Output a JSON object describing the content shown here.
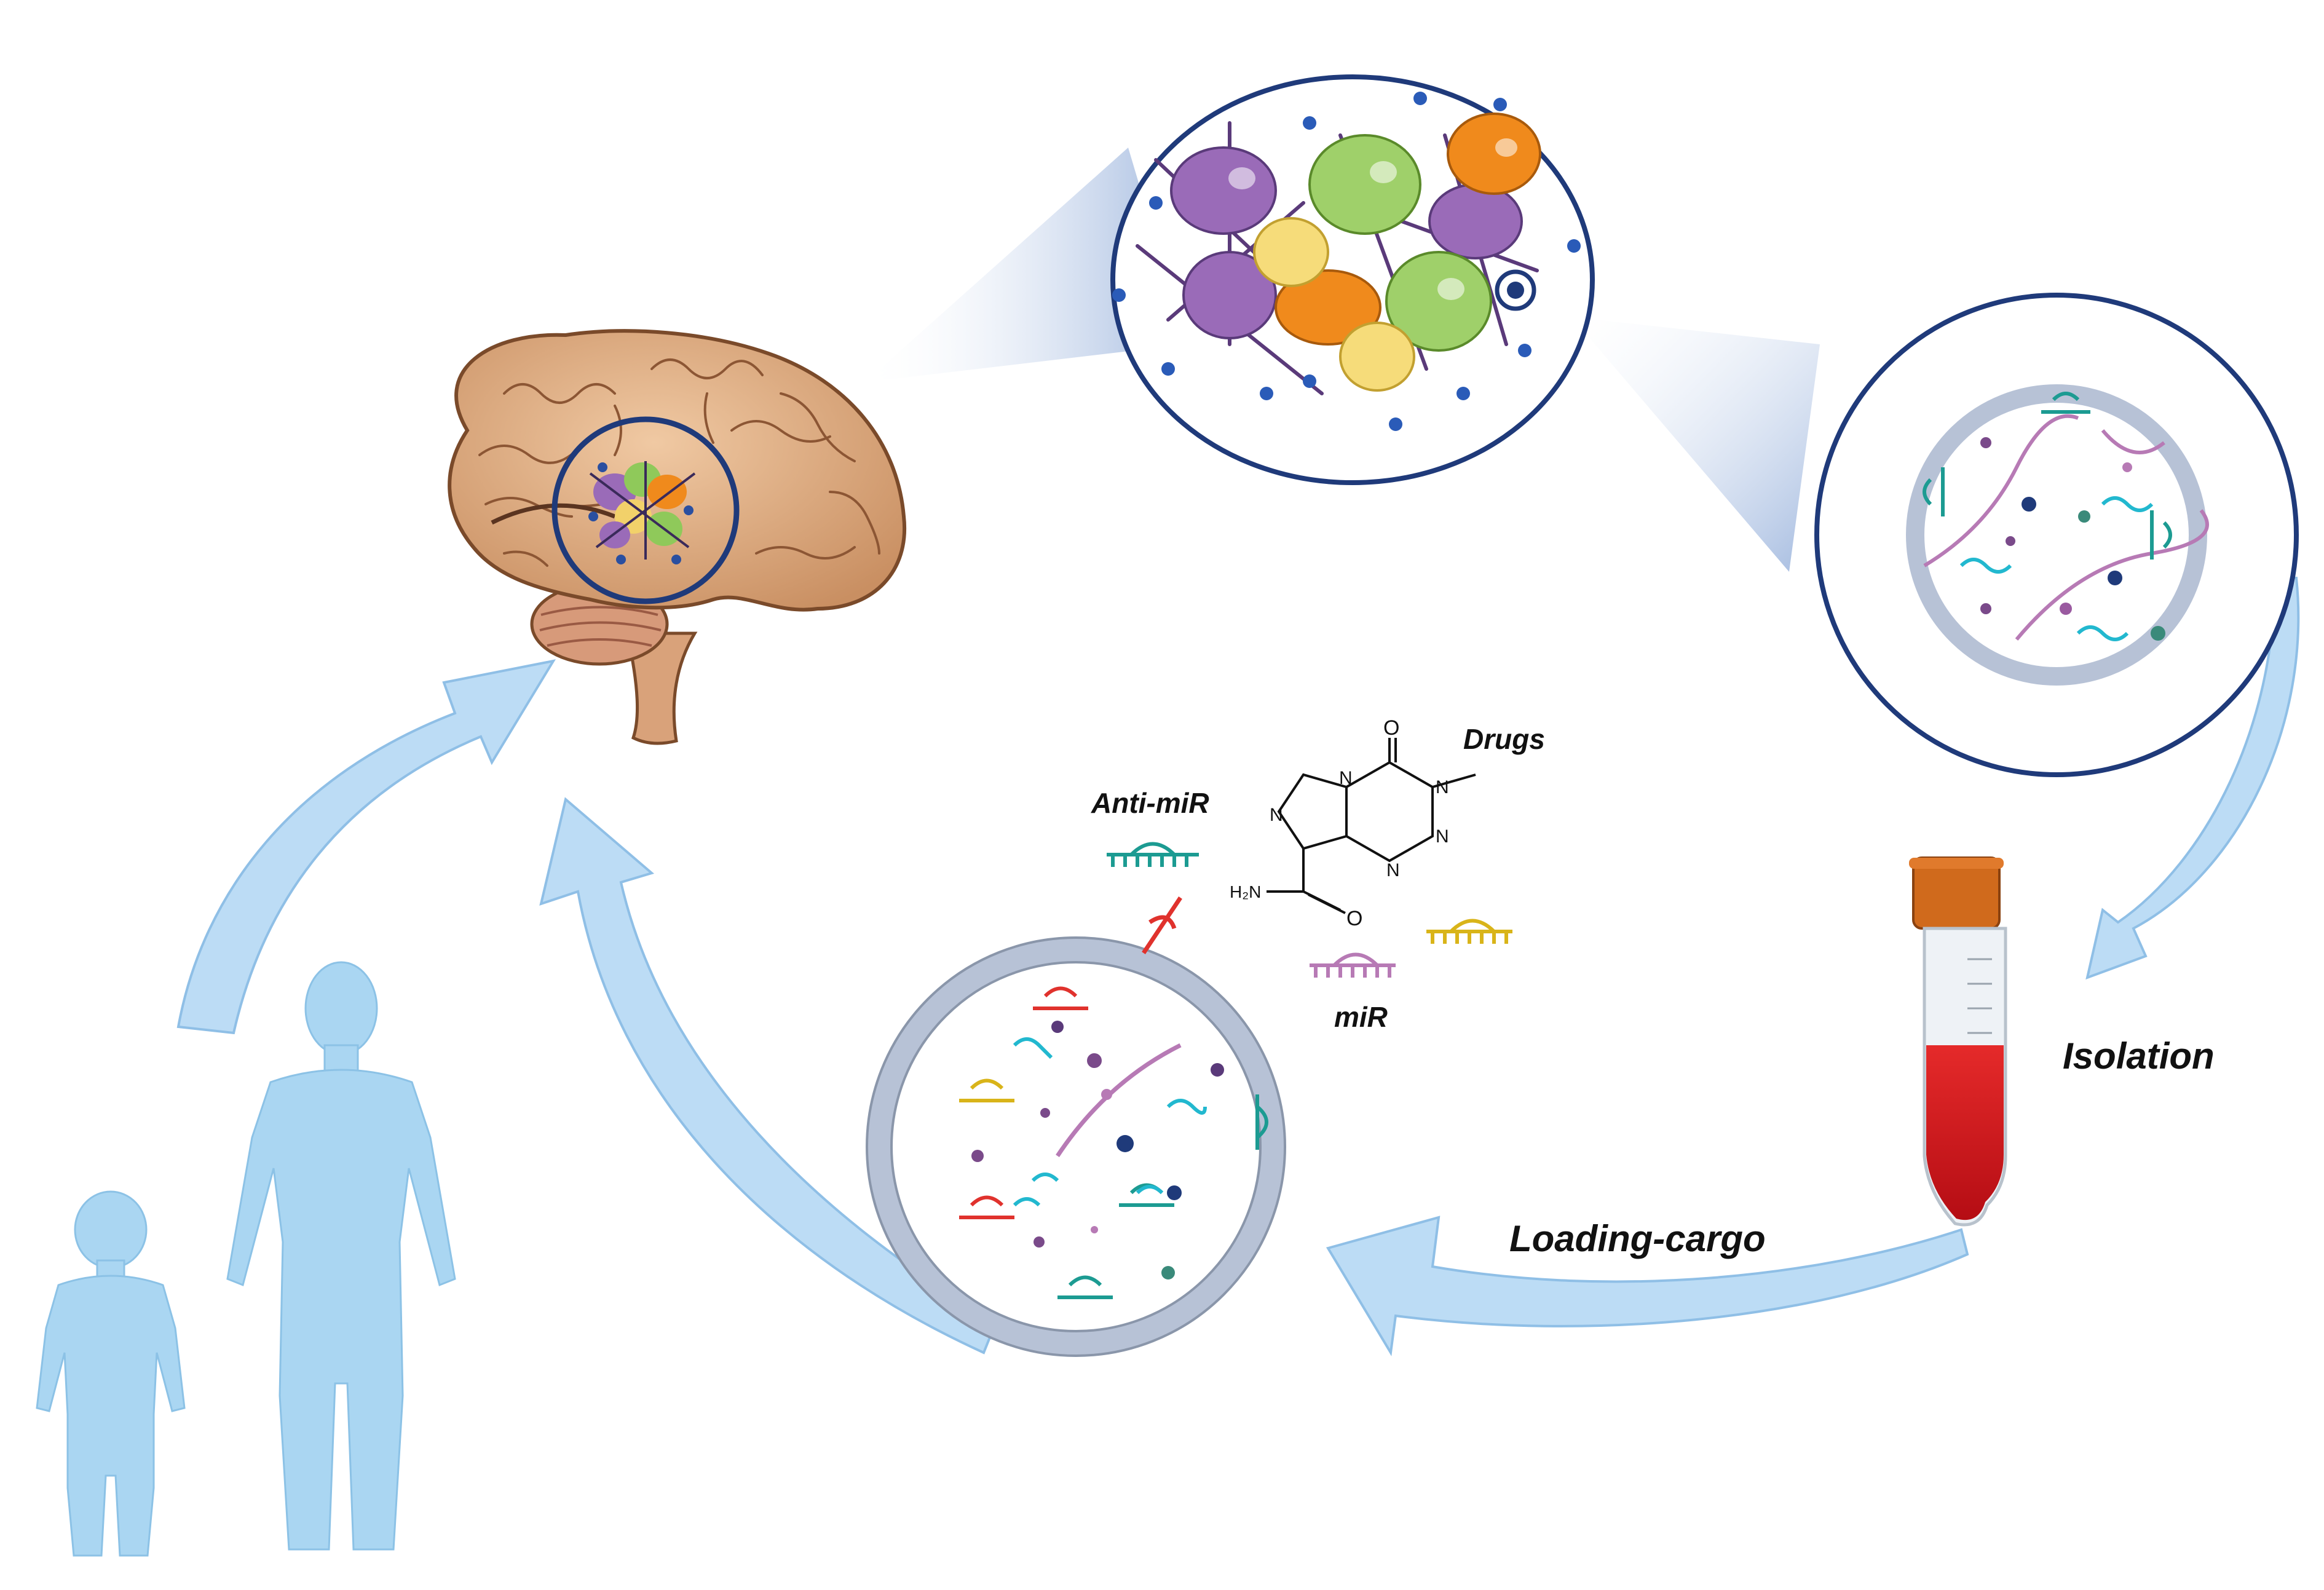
{
  "labels": {
    "drugs": "Drugs",
    "anti_mir": "Anti-miR",
    "mir": "miR",
    "isolation": "Isolation",
    "loading_cargo": "Loading-cargo"
  },
  "molecule": {
    "carbonyl_o1": "O",
    "carbonyl_o2": "O",
    "n1": "N",
    "n2": "N",
    "n3": "N",
    "n4": "N",
    "n5": "N",
    "amide": "H₂N"
  },
  "colors": {
    "arrow": "#bcdcf5",
    "arrow_edge": "#8fbfe6",
    "body": "#aad6f2",
    "circle_border": "#1f3a7a",
    "vesicle": "#b7c2d6",
    "brain": "#deb08a",
    "tube_cap": "#d06a1c",
    "tube_liquid": "#d8141b",
    "rna_teal": "#1c9b92",
    "rna_red": "#e0322d",
    "rna_yellow": "#d9b419",
    "rna_purple": "#b77ab5"
  }
}
